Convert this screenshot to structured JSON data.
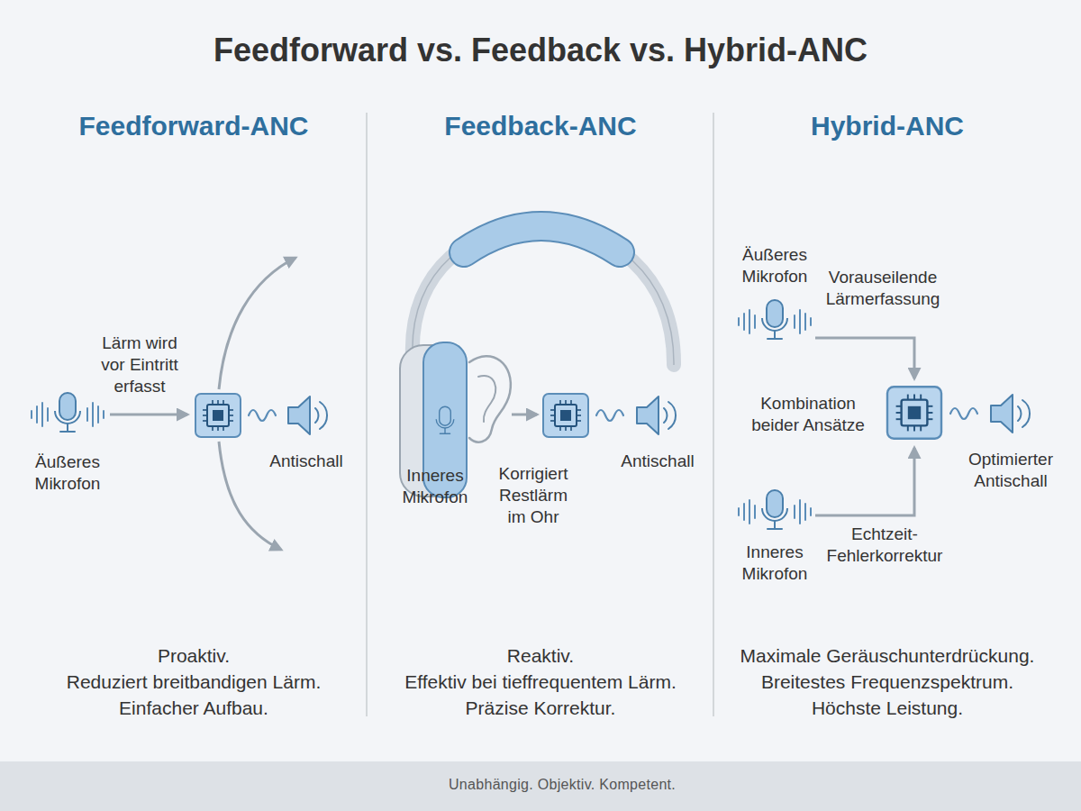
{
  "diagram": {
    "title": "Feedforward vs. Feedback vs. Hybrid-ANC",
    "nodes": [
      {
        "text": [
          "Unabhängig. Objektiv. Kompetent."
        ]
      }
    ],
    "labels": [
      "Feedforward-ANC",
      "Lärm wird vor Eintritt erfasst",
      "Äußeres Mikrofon",
      "Antischall",
      "Proaktiv.",
      "Reduziert breitbandigen Lärm.",
      "Einfacher Aufbau.",
      "Feedback-ANC",
      "Inneres Mikrofon",
      "Korrigiert Restlärm im Ohr",
      "Antischall",
      "Reaktiv.",
      "Effektiv bei tieffrequentem Lärm.",
      "Präzise Korrektur.",
      "Hybrid-ANC",
      "Äußeres Mikrofon",
      "Vorauseilende Lärmerfassung",
      "Kombination beider Ansätze",
      "Optimierter Antischall",
      "Inneres Mikrofon",
      "Echtzeit-Fehlerkorrektur",
      "Maximale Geräuschunterdrückung.",
      "Breitestes Frequenzspektrum.",
      "Höchste Leistung."
    ]
  }
}
